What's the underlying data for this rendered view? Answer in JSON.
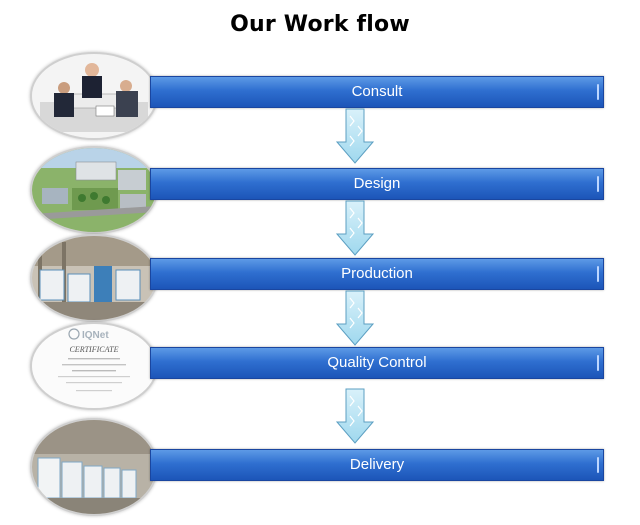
{
  "title": "Our Work flow",
  "steps": [
    {
      "label": "Consult",
      "image": "business-meeting-photo"
    },
    {
      "label": "Design",
      "image": "factory-layout-rendering"
    },
    {
      "label": "Production",
      "image": "mill-workshop-photo"
    },
    {
      "label": "Quality Control",
      "image": "iqnet-certificate-image"
    },
    {
      "label": "Delivery",
      "image": "milling-machines-photo"
    }
  ],
  "certificate": {
    "logo": "IQNet",
    "heading": "CERTIFICATE"
  },
  "colors": {
    "bar": "#2f6fd0",
    "arrow": "#bfe6f4"
  }
}
